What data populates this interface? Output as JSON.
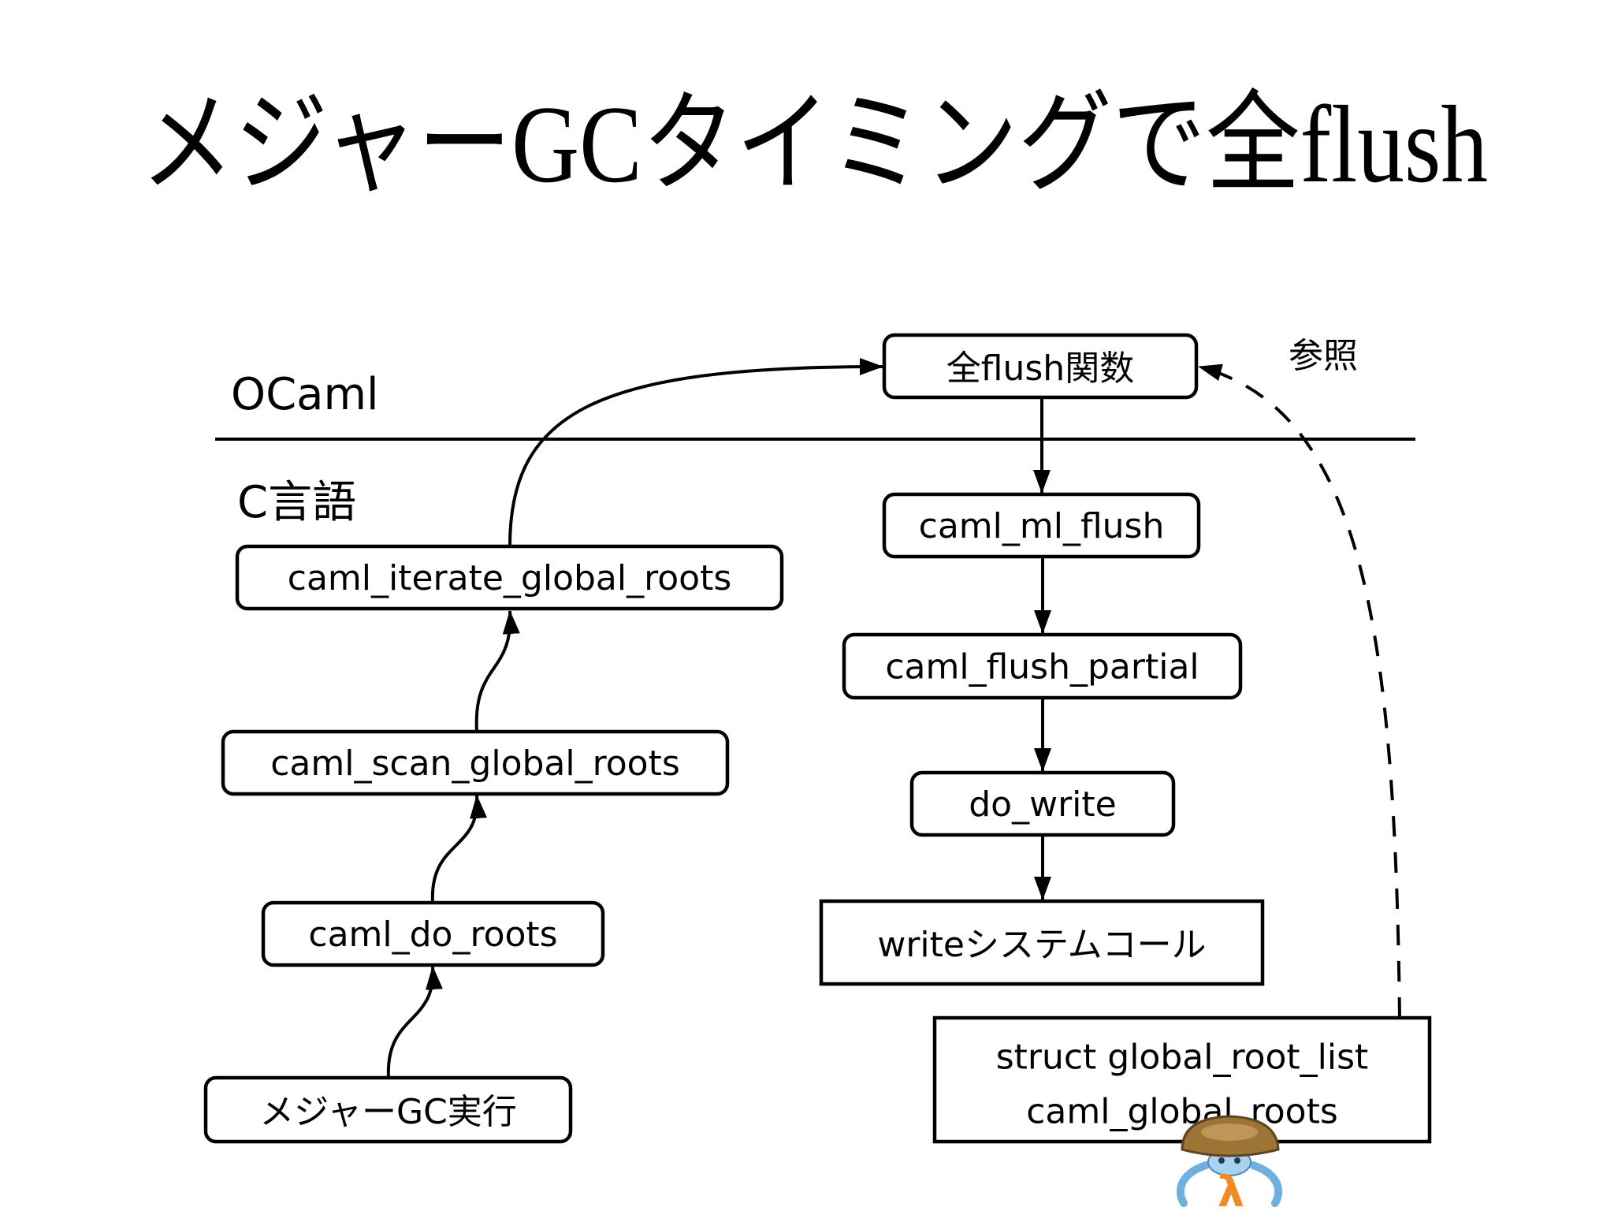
{
  "slide": {
    "title": "メジャーGCタイミングで全flush"
  },
  "diagram": {
    "layers": {
      "ocaml": "OCaml",
      "c": "C言語"
    },
    "reference_label": "参照",
    "nodes": {
      "flush_all": "全flush関数",
      "caml_ml_flush": "caml_ml_flush",
      "caml_flush_partial": "caml_flush_partial",
      "do_write": "do_write",
      "write_syscall": "writeシステムコール",
      "global_roots": [
        "struct global_root_list",
        "caml_global_roots"
      ],
      "caml_iterate_global_roots": "caml_iterate_global_roots",
      "caml_scan_global_roots": "caml_scan_global_roots",
      "caml_do_roots": "caml_do_roots",
      "major_gc": "メジャーGC実行"
    }
  },
  "mascot": {
    "icon": "ocaml-mascot-icon",
    "glyph": "λ"
  },
  "colors": {
    "background": "#ffffff",
    "ink": "#000000",
    "mascot_shell": "#9b7436",
    "mascot_body": "#a9d2ee",
    "mascot_lambda": "#f08a24"
  }
}
